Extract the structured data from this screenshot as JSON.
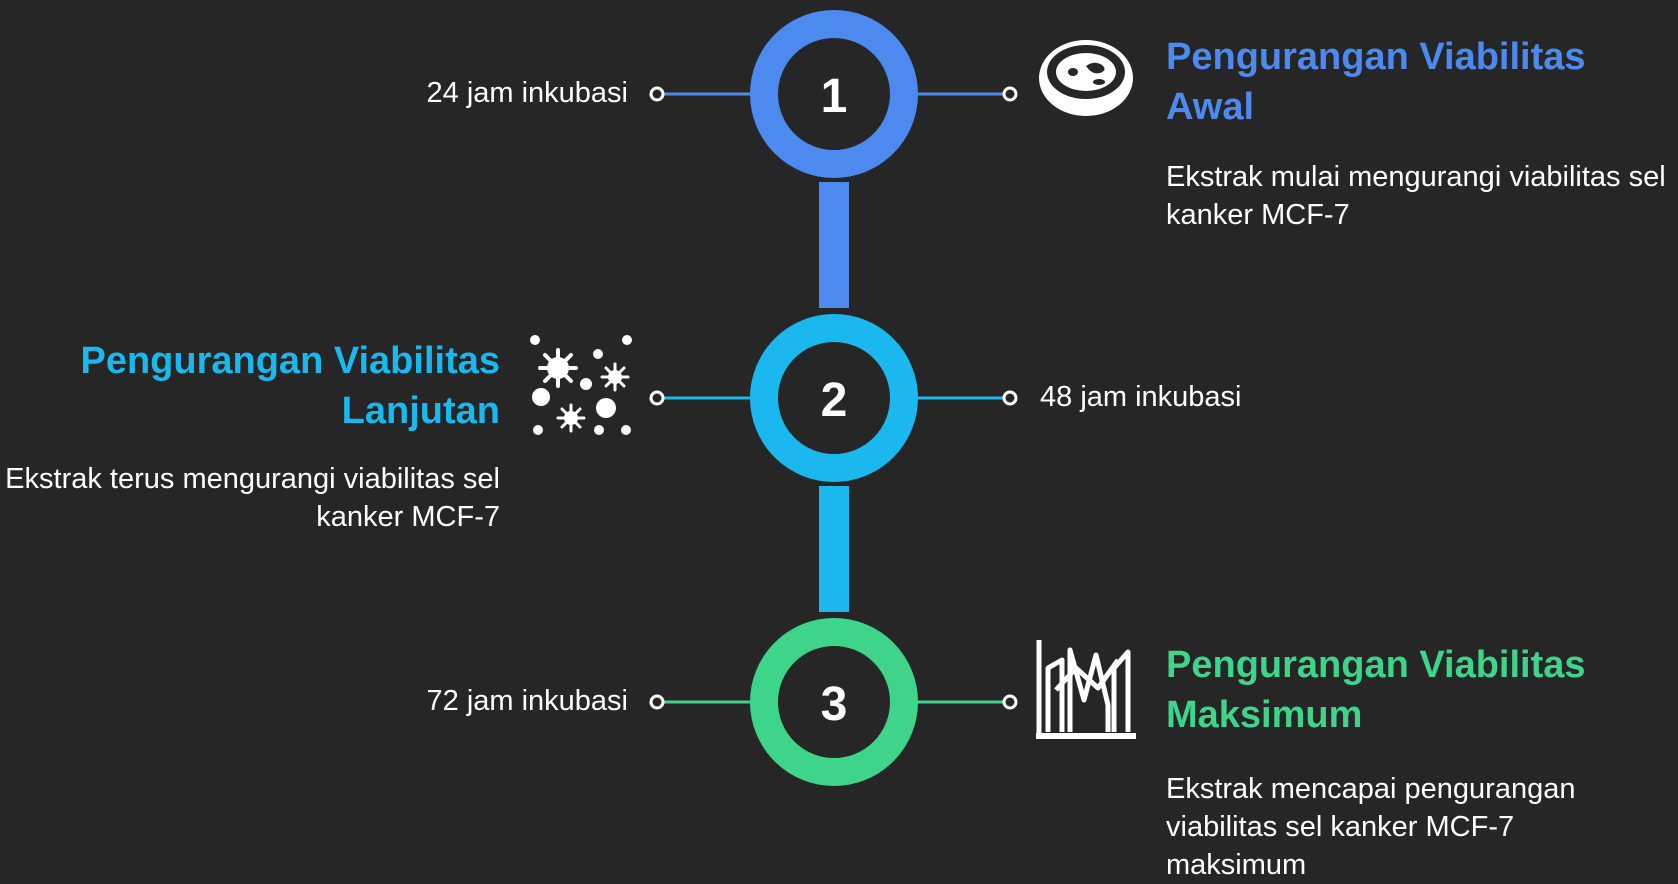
{
  "colors": {
    "background": "#262626",
    "step1": "#4d8af0",
    "step2": "#1ab8ef",
    "step3": "#3ed48a",
    "text": "#ffffff"
  },
  "steps": [
    {
      "number": "1",
      "time_label": "24 jam inkubasi",
      "title": "Pengurangan Viabilitas Awal",
      "description": "Ekstrak mulai mengurangi viabilitas sel kanker MCF-7",
      "icon": "petri-dish-icon"
    },
    {
      "number": "2",
      "time_label": "48 jam inkubasi",
      "title": "Pengurangan Viabilitas Lanjutan",
      "description": "Ekstrak terus mengurangi viabilitas sel kanker MCF-7",
      "icon": "cells-icon"
    },
    {
      "number": "3",
      "time_label": "72 jam inkubasi",
      "title": "Pengurangan Viabilitas Maksimum",
      "description": "Ekstrak mencapai pengurangan viabilitas sel kanker MCF-7 maksimum",
      "icon": "declining-chart-icon"
    }
  ]
}
